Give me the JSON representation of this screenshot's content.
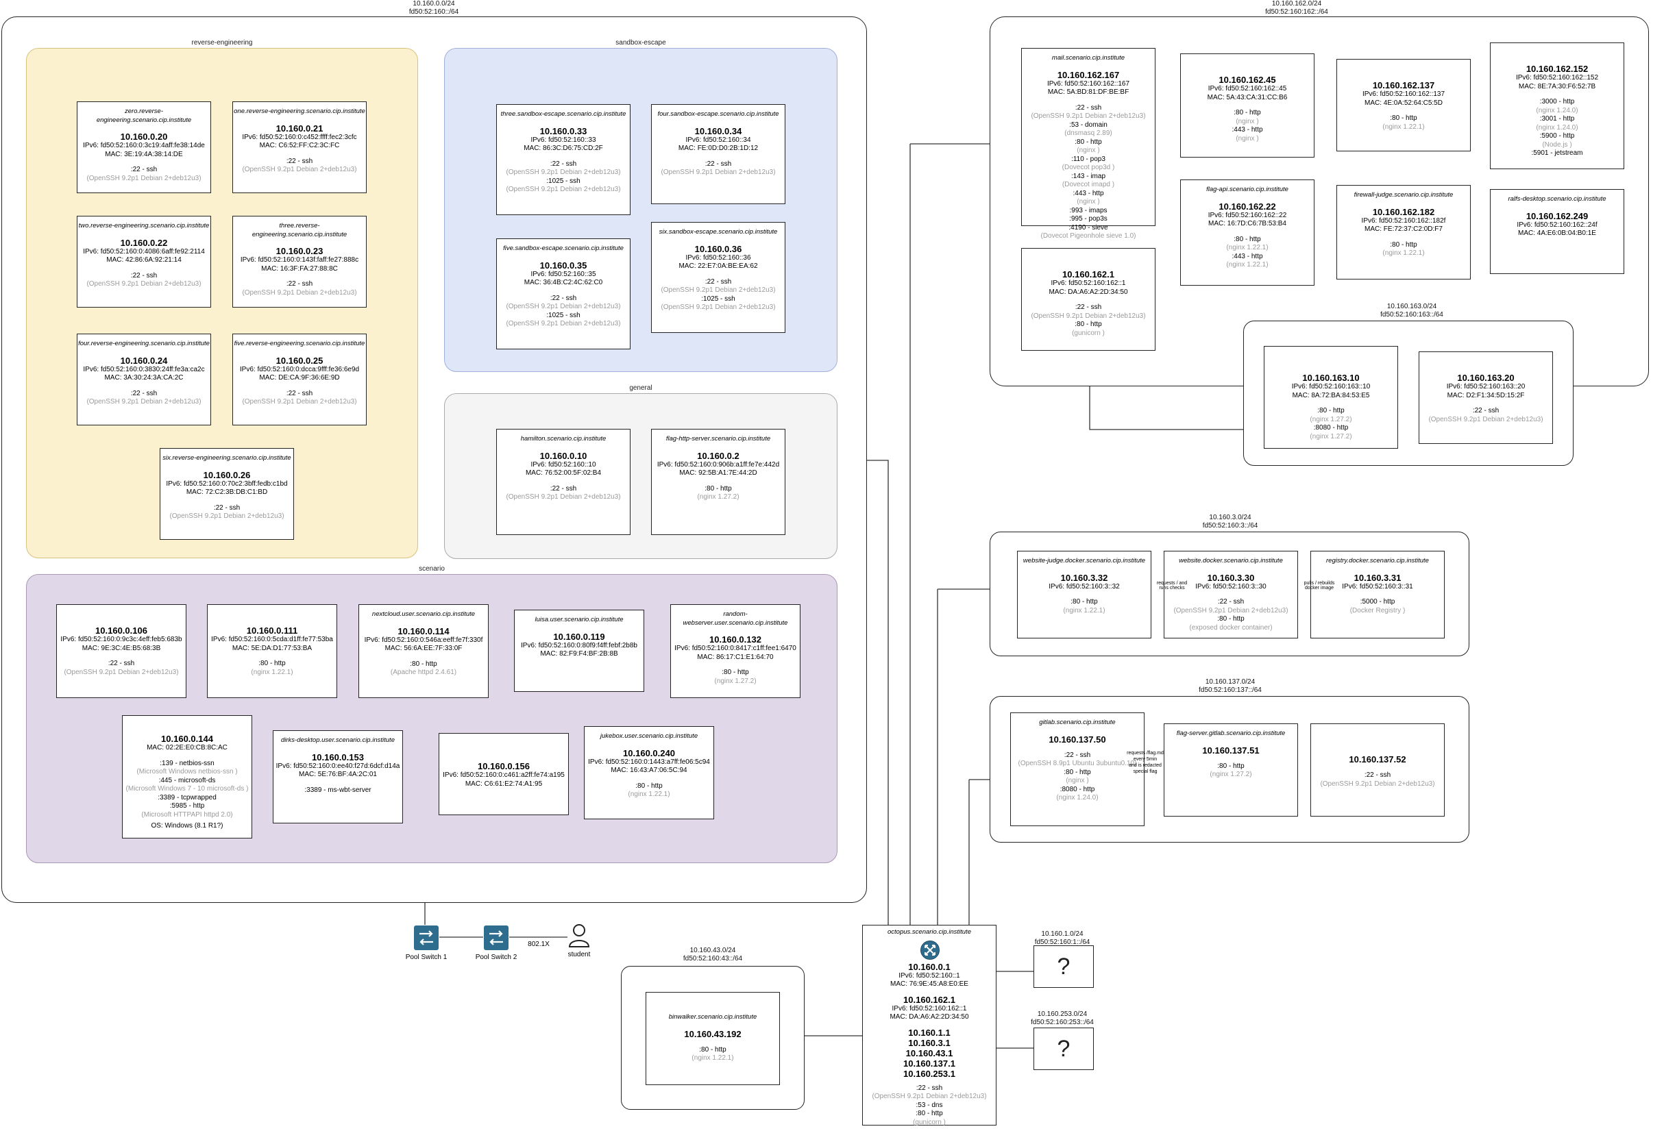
{
  "net_main": {
    "cidr": "10.160.0.0/24",
    "v6": "fd50:52:160::/64"
  },
  "groups": {
    "reverse_engineering": "reverse-engineering",
    "sandbox_escape": "sandbox-escape",
    "general": "general",
    "scenario": "scenario"
  },
  "re": [
    {
      "name": "zero.reverse-engineering.scenario.cip.institute",
      "ip": "10.160.0.20",
      "v6": "IPv6: fd50:52:160:0:3c19:4aff:fe38:14de",
      "mac": "MAC: 3E:19:4A:38:14:DE",
      "svc": ":22 - ssh",
      "ver": "(OpenSSH 9.2p1 Debian 2+deb12u3)"
    },
    {
      "name": "one.reverse-engineering.scenario.cip.institute",
      "ip": "10.160.0.21",
      "v6": "IPv6: fd50:52:160:0:c452:ffff:fec2:3cfc",
      "mac": "MAC: C6:52:FF:C2:3C:FC",
      "svc": ":22 - ssh",
      "ver": "(OpenSSH 9.2p1 Debian 2+deb12u3)"
    },
    {
      "name": "two.reverse-engineering.scenario.cip.institute",
      "ip": "10.160.0.22",
      "v6": "IPv6: fd50:52:160:0:4086:6aff:fe92:2114",
      "mac": "MAC: 42:86:6A:92:21:14",
      "svc": ":22 - ssh",
      "ver": "(OpenSSH 9.2p1 Debian 2+deb12u3)"
    },
    {
      "name": "three.reverse-engineering.scenario.cip.institute",
      "ip": "10.160.0.23",
      "v6": "IPv6: fd50:52:160:0:143f:faff:fe27:888c",
      "mac": "MAC: 16:3F:FA:27:88:8C",
      "svc": ":22 - ssh",
      "ver": "(OpenSSH 9.2p1 Debian 2+deb12u3)"
    },
    {
      "name": "four.reverse-engineering.scenario.cip.institute",
      "ip": "10.160.0.24",
      "v6": "IPv6: fd50:52:160:0:3830:24ff:fe3a:ca2c",
      "mac": "MAC: 3A:30:24:3A:CA:2C",
      "svc": ":22 - ssh",
      "ver": "(OpenSSH 9.2p1 Debian 2+deb12u3)"
    },
    {
      "name": "five.reverse-engineering.scenario.cip.institute",
      "ip": "10.160.0.25",
      "v6": "IPv6: fd50:52:160:0:dcca:9fff:fe36:6e9d",
      "mac": "MAC: DE:CA:9F:36:6E:9D",
      "svc": ":22 - ssh",
      "ver": "(OpenSSH 9.2p1 Debian 2+deb12u3)"
    },
    {
      "name": "six.reverse-engineering.scenario.cip.institute",
      "ip": "10.160.0.26",
      "v6": "IPv6: fd50:52:160:0:70c2:3bff:fedb:c1bd",
      "mac": "MAC: 72:C2:3B:DB:C1:BD",
      "svc": ":22 - ssh",
      "ver": "(OpenSSH 9.2p1 Debian 2+deb12u3)"
    }
  ],
  "sb": [
    {
      "name": "three.sandbox-escape.scenario.cip.institute",
      "ip": "10.160.0.33",
      "v6": "IPv6: fd50:52:160::33",
      "mac": "MAC: 86:3C:D6:75:CD:2F",
      "s1": ":22 - ssh",
      "v1": "(OpenSSH 9.2p1 Debian 2+deb12u3)",
      "s2": ":1025 - ssh",
      "v2": "(OpenSSH 9.2p1 Debian 2+deb12u3)"
    },
    {
      "name": "four.sandbox-escape.scenario.cip.institute",
      "ip": "10.160.0.34",
      "v6": "IPv6: fd50:52:160::34",
      "mac": "MAC: FE:0D:D0:2B:1D:12",
      "s1": ":22 - ssh",
      "v1": "(OpenSSH 9.2p1 Debian 2+deb12u3)"
    },
    {
      "name": "five.sandbox-escape.scenario.cip.institute",
      "ip": "10.160.0.35",
      "v6": "IPv6: fd50:52:160::35",
      "mac": "MAC: 36:4B:C2:4C:62:C0",
      "s1": ":22 - ssh",
      "v1": "(OpenSSH 9.2p1 Debian 2+deb12u3)",
      "s2": ":1025 - ssh",
      "v2": "(OpenSSH 9.2p1 Debian 2+deb12u3)"
    },
    {
      "name": "six.sandbox-escape.scenario.cip.institute",
      "ip": "10.160.0.36",
      "v6": "IPv6: fd50:52:160::36",
      "mac": "MAC: 22:E7:0A:BE:EA:62",
      "s1": ":22 - ssh",
      "v1": "(OpenSSH 9.2p1 Debian 2+deb12u3)",
      "s2": ":1025 - ssh",
      "v2": "(OpenSSH 9.2p1 Debian 2+deb12u3)"
    }
  ],
  "gen": [
    {
      "name": "hamilton.scenario.cip.institute",
      "ip": "10.160.0.10",
      "v6": "IPv6: fd50:52:160::10",
      "mac": "MAC: 76:52:00:5F:02:B4",
      "s1": ":22 - ssh",
      "v1": "(OpenSSH 9.2p1 Debian 2+deb12u3)"
    },
    {
      "name": "flag-http-server.scenario.cip.institute",
      "ip": "10.160.0.2",
      "v6": "IPv6: fd50:52:160:0:906b:a1ff:fe7e:442d",
      "mac": "MAC: 92:5B:A1:7E:44:2D",
      "s1": ":80 - http",
      "v1": "(nginx 1.27.2)"
    }
  ],
  "sc": [
    {
      "ip": "10.160.0.106",
      "v6": "IPv6: fd50:52:160:0:9c3c:4eff:feb5:683b",
      "mac": "MAC: 9E:3C:4E:B5:68:3B",
      "s1": ":22 - ssh",
      "v1": "(OpenSSH 9.2p1 Debian 2+deb12u3)"
    },
    {
      "ip": "10.160.0.111",
      "v6": "IPv6: fd50:52:160:0:5cda:d1ff:fe77:53ba",
      "mac": "MAC: 5E:DA:D1:77:53:BA",
      "s1": ":80 - http",
      "v1": "(nginx 1.22.1)"
    },
    {
      "name": "nextcloud.user.scenario.cip.institute",
      "ip": "10.160.0.114",
      "v6": "IPv6: fd50:52:160:0:546a:eeff:fe7f:330f",
      "mac": "MAC: 56:6A:EE:7F:33:0F",
      "s1": ":80 - http",
      "v1": "(Apache httpd 2.4.61)"
    },
    {
      "name": "luisa.user.scenario.cip.institute",
      "ip": "10.160.0.119",
      "v6": "IPv6: fd50:52:160:0:80f9:f4ff:febf:2b8b",
      "mac": "MAC: 82:F9:F4:BF:2B:8B"
    },
    {
      "name": "random-webserver.user.scenario.cip.institute",
      "ip": "10.160.0.132",
      "v6": "IPv6: fd50:52:160:0:8417:c1ff:fee1:6470",
      "mac": "MAC: 86:17:C1:E1:64:70",
      "s1": ":80 - http",
      "v1": "(nginx 1.27.2)"
    },
    {
      "ip": "10.160.0.144",
      "mac": "MAC: 02:2E:E0:CB:8C:AC",
      "s1": ":139 - netbios-ssn",
      "v1": "(Microsoft Windows netbios-ssn )",
      "s2": ":445 - microsoft-ds",
      "v2": "(Microsoft Windows 7 - 10 microsoft-ds )",
      "s3": ":3389 - tcpwrapped",
      "s4": ":5985 - http",
      "v4": "(Microsoft HTTPAPI httpd 2.0)",
      "os": "OS: Windows (8.1 R1?)"
    },
    {
      "name": "dirks-desktop.user.scenario.cip.institute",
      "ip": "10.160.0.153",
      "v6": "IPv6: fd50:52:160:0:ee40:f27d:6dcf:d14a",
      "mac": "MAC: 5E:76:BF:4A:2C:01",
      "s1": ":3389 - ms-wbt-server"
    },
    {
      "ip": "10.160.0.156",
      "v6": "IPv6: fd50:52:160:0:c461:a2ff:fe74:a195",
      "mac": "MAC: C6:61:E2:74:A1:95"
    },
    {
      "name": "jukebox.user.scenario.cip.institute",
      "ip": "10.160.0.240",
      "v6": "IPv6: fd50:52:160:0:1443:a7ff:fe06:5c94",
      "mac": "MAC: 16:43:A7:06:5C:94",
      "s1": ":80 - http",
      "v1": "(nginx 1.22.1)"
    }
  ],
  "net_162": {
    "cidr": "10.160.162.0/24",
    "v6": "fd50:52:160:162::/64"
  },
  "n162": [
    {
      "name": "mail.scenario.cip.institute",
      "ip": "10.160.162.167",
      "v6": "IPv6: fd50:52:160:162::167",
      "mac": "MAC: 5A:BD:81:DF:BE:BF",
      "lines": [
        [
          ":22 - ssh",
          0
        ],
        [
          "(OpenSSH 9.2p1 Debian 2+deb12u3)",
          1
        ],
        [
          ":53 - domain",
          0
        ],
        [
          "(dnsmasq 2.89)",
          1
        ],
        [
          ":80 - http",
          0
        ],
        [
          "(nginx )",
          1
        ],
        [
          ":110 - pop3",
          0
        ],
        [
          "(Dovecot pop3d )",
          1
        ],
        [
          ":143 - imap",
          0
        ],
        [
          "(Dovecot imapd )",
          1
        ],
        [
          ":443 - http",
          0
        ],
        [
          "(nginx )",
          1
        ],
        [
          ":993 - imaps",
          0
        ],
        [
          ":995 - pop3s",
          0
        ],
        [
          ":4190 - sieve",
          0
        ],
        [
          "(Dovecot Pigeonhole sieve 1.0)",
          1
        ]
      ]
    },
    {
      "ip": "10.160.162.45",
      "v6": "IPv6: fd50:52:160:162::45",
      "mac": "MAC: 5A:43:CA:31:CC:B6",
      "lines": [
        [
          ":80 - http",
          0
        ],
        [
          "(nginx )",
          1
        ],
        [
          ":443 - http",
          0
        ],
        [
          "(nginx )",
          1
        ]
      ]
    },
    {
      "ip": "10.160.162.137",
      "v6": "IPv6: fd50:52:160:162::137",
      "mac": "MAC: 4E:0A:52:64:C5:5D",
      "lines": [
        [
          ":80 - http",
          0
        ],
        [
          "(nginx 1.22.1)",
          1
        ]
      ]
    },
    {
      "ip": "10.160.162.152",
      "v6": "IPv6: fd50:52:160:162::152",
      "mac": "MAC: 8E:7A:30:F6:52:7B",
      "lines": [
        [
          ":3000 - http",
          0
        ],
        [
          "(nginx 1.24.0)",
          1
        ],
        [
          ":3001 - http",
          0
        ],
        [
          "(nginx 1.24.0)",
          1
        ],
        [
          ":5900 - http",
          0
        ],
        [
          "(Node.js )",
          1
        ],
        [
          ":5901 - jetstream",
          0
        ]
      ]
    },
    {
      "name": "flag-api.scenario.cip.institute",
      "ip": "10.160.162.22",
      "v6": "IPv6: fd50:52:160:162::22",
      "mac": "MAC: 16:7D:C6:7B:53:B4",
      "lines": [
        [
          ":80 - http",
          0
        ],
        [
          "(nginx 1.22.1)",
          1
        ],
        [
          ":443 - http",
          0
        ],
        [
          "(nginx 1.22.1)",
          1
        ]
      ]
    },
    {
      "name": "firewall-judge.scenario.cip.institute",
      "ip": "10.160.162.182",
      "v6": "IPv6: fd50:52:160:162::182f",
      "mac": "MAC: FE:72:37:C2:0D:F7",
      "lines": [
        [
          ":80 - http",
          0
        ],
        [
          "(nginx 1.22.1)",
          1
        ]
      ]
    },
    {
      "name": "ralfs-desktop.scenario.cip.institute",
      "ip": "10.160.162.249",
      "v6": "IPv6: fd50:52:160:162::24f",
      "mac": "MAC: 4A:E6:0B:04:B0:1E",
      "lines": []
    },
    {
      "ip": "10.160.162.1",
      "v6": "IPv6: fd50:52:160:162::1",
      "mac": "MAC: DA:A6:A2:2D:34:50",
      "lines": [
        [
          ":22 - ssh",
          0
        ],
        [
          "(OpenSSH 9.2p1 Debian 2+deb12u3)",
          1
        ],
        [
          ":80 - http",
          0
        ],
        [
          "(gunicorn )",
          1
        ]
      ]
    }
  ],
  "net_163": {
    "cidr": "10.160.163.0/24",
    "v6": "fd50:52:160:163::/64"
  },
  "n163": [
    {
      "ip": "10.160.163.10",
      "v6": "IPv6: fd50:52:160:163::10",
      "mac": "MAC: 8A:72:BA:84:53:E5",
      "lines": [
        [
          ":80 - http",
          0
        ],
        [
          "(nginx 1.27.2)",
          1
        ],
        [
          ":8080 - http",
          0
        ],
        [
          "(nginx 1.27.2)",
          1
        ]
      ]
    },
    {
      "ip": "10.160.163.20",
      "v6": "IPv6: fd50:52:160:163::20",
      "mac": "MAC: D2:F1:34:5D:15:2F",
      "lines": [
        [
          ":22 - ssh",
          0
        ],
        [
          "(OpenSSH 9.2p1 Debian 2+deb12u3)",
          1
        ]
      ]
    }
  ],
  "net_3": {
    "cidr": "10.160.3.0/24",
    "v6": "fd50:52:160:3::/64"
  },
  "n3": [
    {
      "name": "website-judge.docker.scenario.cip.institute",
      "ip": "10.160.3.32",
      "v6": "IPv6: fd50:52:160:3::32",
      "lines": [
        [
          ":80 - http",
          0
        ],
        [
          "(nginx 1.22.1)",
          1
        ]
      ]
    },
    {
      "name": "website.docker.scenario.cip.institute",
      "ip": "10.160.3.30",
      "v6": "IPv6: fd50:52:160:3::30",
      "lines": [
        [
          ":22 - ssh",
          0
        ],
        [
          "(OpenSSH 9.2p1 Debian 2+deb12u3)",
          1
        ],
        [
          ":80 - http",
          0
        ],
        [
          "(exposed docker container)",
          1
        ]
      ]
    },
    {
      "name": "registry.docker.scenario.cip.institute",
      "ip": "10.160.3.31",
      "v6": "IPv6: fd50:52:160:3::31",
      "lines": [
        [
          ":5000 - http",
          0
        ],
        [
          "(Docker Registry )",
          1
        ]
      ]
    }
  ],
  "arrow_3a": "requests / and runs checks",
  "arrow_3b": "pulls / rebuilds docker image",
  "net_137": {
    "cidr": "10.160.137.0/24",
    "v6": "fd50:52:160:137::/64"
  },
  "n137": [
    {
      "name": "gitlab.scenario.cip.institute",
      "ip": "10.160.137.50",
      "lines": [
        [
          ":22 - ssh",
          0
        ],
        [
          "(OpenSSH 8.9p1 Ubuntu 3ubuntu0.10)",
          1
        ],
        [
          ":80 - http",
          0
        ],
        [
          "(nginx )",
          1
        ],
        [
          ":8080 - http",
          0
        ],
        [
          "(nginx 1.24.0)",
          1
        ]
      ]
    },
    {
      "name": "flag-server.gitlab.scenario.cip.institute",
      "ip": "10.160.137.51",
      "lines": [
        [
          ":80 - http",
          0
        ],
        [
          "(nginx 1.27.2)",
          1
        ]
      ]
    },
    {
      "ip": "10.160.137.52",
      "lines": [
        [
          ":22 - ssh",
          0
        ],
        [
          "(OpenSSH 9.2p1 Debian 2+deb12u3)",
          1
        ]
      ]
    }
  ],
  "arrow_137a": "requests /flag.md every 5min",
  "arrow_137b": "and is redacted special flag",
  "net_43": {
    "cidr": "10.160.43.0/24",
    "v6": "fd50:52:160:43::/64"
  },
  "binwalker": {
    "name": "binwalker.scenario.cip.institute",
    "ip": "10.160.43.192",
    "s1": ":80 - http",
    "v1": "(nginx 1.22.1)"
  },
  "octopus": {
    "name": "octopus.scenario.cip.institute",
    "ip1": "10.160.0.1",
    "v61": "IPv6: fd50:52:160::1",
    "mac1": "MAC: 76:9E:45:A8:E0:EE",
    "ip2": "10.160.162.1",
    "v62": "IPv6: fd50:52:160:162::1",
    "mac2": "MAC: DA:A6:A2:2D:34:50",
    "ips": [
      "10.160.1.1",
      "10.160.3.1",
      "10.160.43.1",
      "10.160.137.1",
      "10.160.253.1"
    ],
    "lines": [
      [
        ":22 - ssh",
        0
      ],
      [
        "(OpenSSH 9.2p1 Debian 2+deb12u3)",
        1
      ],
      [
        ":53 - dns",
        0
      ],
      [
        ":80 - http",
        0
      ],
      [
        "(gunicorn )",
        1
      ]
    ]
  },
  "net_1": {
    "cidr": "10.160.1.0/24",
    "v6": "fd50:52:160:1::/64",
    "q": "?"
  },
  "net_253": {
    "cidr": "10.160.253.0/24",
    "v6": "fd50:52:160:253::/64",
    "q": "?"
  },
  "switch1": "Pool Switch 1",
  "switch2": "Pool Switch 2",
  "link": "802.1X",
  "student": "student",
  "colors": {
    "re_fill": "#fbf1cf",
    "sb_fill": "#dfe6f8",
    "gen_fill": "#f4f4f4",
    "sc_fill": "#e0d7e8",
    "switch": "#2e6d8e"
  }
}
